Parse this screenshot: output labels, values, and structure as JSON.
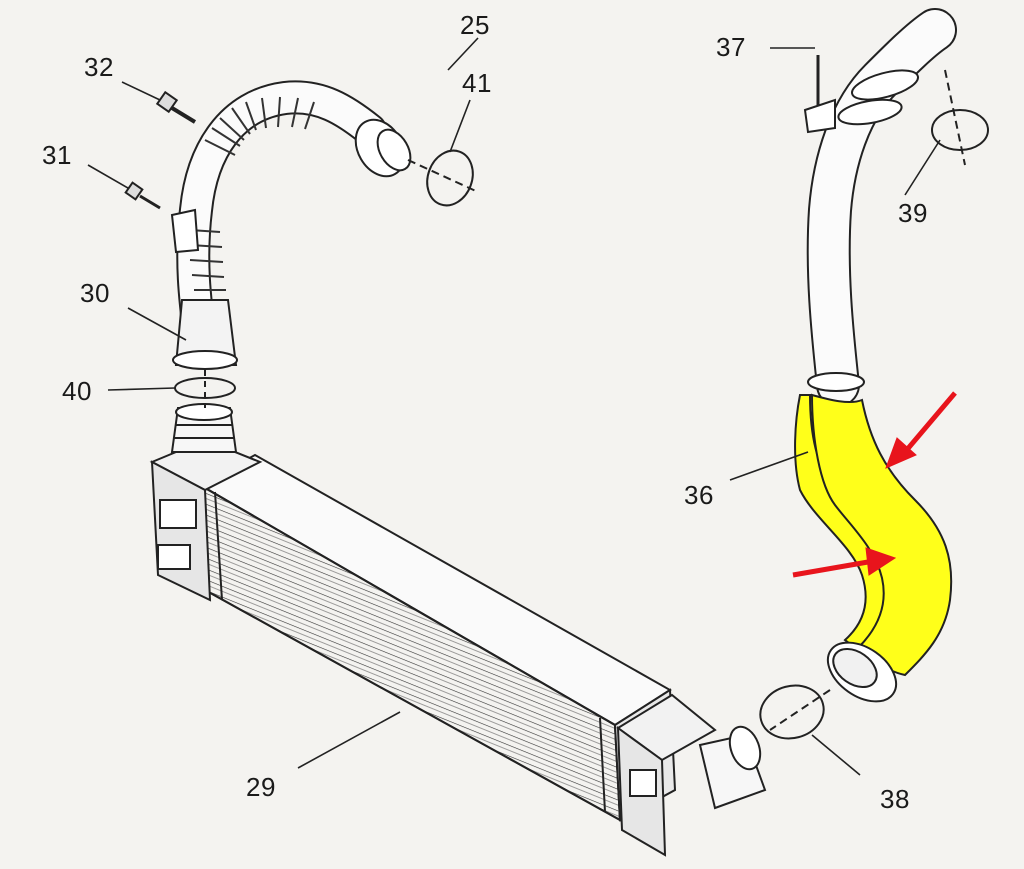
{
  "diagram": {
    "part_numbers": {
      "p25": "25",
      "p41": "41",
      "p32": "32",
      "p31": "31",
      "p30": "30",
      "p40": "40",
      "p29": "29",
      "p37": "37",
      "p39": "39",
      "p36": "36",
      "p38": "38"
    },
    "colors": {
      "highlight_hose": "#ffff1a",
      "arrows": "#e8141c",
      "line_art": "#222222",
      "paper": "#f4f3f0"
    },
    "icons": [
      "red-arrow-icon"
    ]
  }
}
